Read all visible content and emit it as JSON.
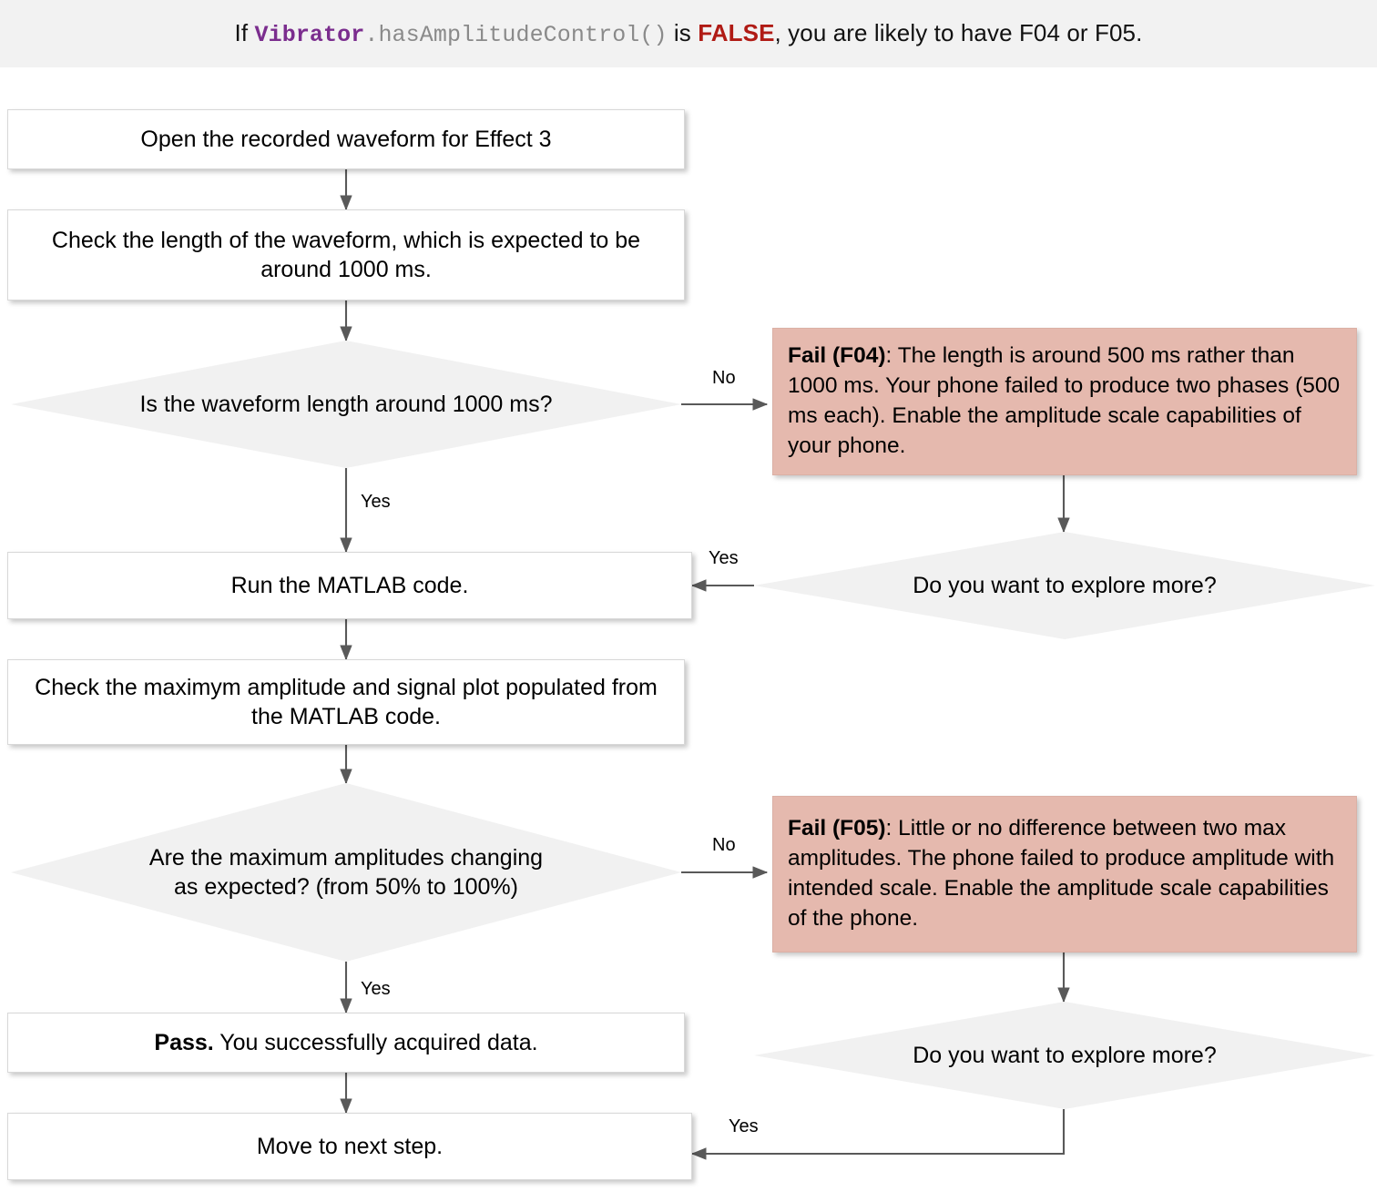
{
  "header": {
    "prefix": "If ",
    "code_class": "Vibrator",
    "code_method": ".hasAmplitudeControl()",
    "mid": " is ",
    "bool_value": "FALSE",
    "suffix": ", you are likely to have F04 or F05."
  },
  "colors": {
    "banner_bg": "#f2f2f2",
    "process_bg": "#ffffff",
    "decision_bg": "#f1f1f1",
    "fail_bg": "#e5b9ae",
    "code_purple": "#7b2d8e",
    "code_gray": "#8a8a8a",
    "false_red": "#b01b15",
    "edge_stroke": "#595959"
  },
  "nodes": {
    "open_waveform": {
      "text": "Open the recorded waveform for Effect 3",
      "type": "process"
    },
    "check_length": {
      "text": "Check the length of the waveform, which is expected to be around 1000 ms.",
      "type": "process"
    },
    "decision_length": {
      "text": "Is the waveform length around 1000 ms?",
      "type": "decision"
    },
    "fail_f04": {
      "type": "fail",
      "label": "Fail (F04)",
      "body": ": The length is around 500 ms rather than 1000 ms. Your phone failed to produce two phases (500 ms each). Enable the amplitude scale capabilities of your phone."
    },
    "explore_more_top": {
      "text": "Do you want to explore more?",
      "type": "decision"
    },
    "run_matlab": {
      "text": "Run the MATLAB code.",
      "type": "process"
    },
    "check_amplitude": {
      "text": "Check the maximym amplitude and signal plot populated from the MATLAB code.",
      "type": "process"
    },
    "decision_amplitude": {
      "text": "Are the maximum amplitudes changing as expected? (from 50% to 100%)",
      "type": "decision"
    },
    "fail_f05": {
      "type": "fail",
      "label": "Fail (F05)",
      "body": ": Little or no difference between two max amplitudes. The phone failed to produce amplitude with intended scale. Enable the amplitude scale capabilities of the phone."
    },
    "explore_more_bottom": {
      "text": "Do you want to explore more?",
      "type": "decision"
    },
    "pass_node": {
      "type": "process",
      "label": "Pass.",
      "body": " You successfully acquired data."
    },
    "next_step": {
      "text": "Move to next step.",
      "type": "process"
    }
  },
  "edge_labels": {
    "length_no": "No",
    "length_yes": "Yes",
    "explore_top_yes": "Yes",
    "amplitude_no": "No",
    "amplitude_yes": "Yes",
    "explore_bottom_yes": "Yes"
  }
}
